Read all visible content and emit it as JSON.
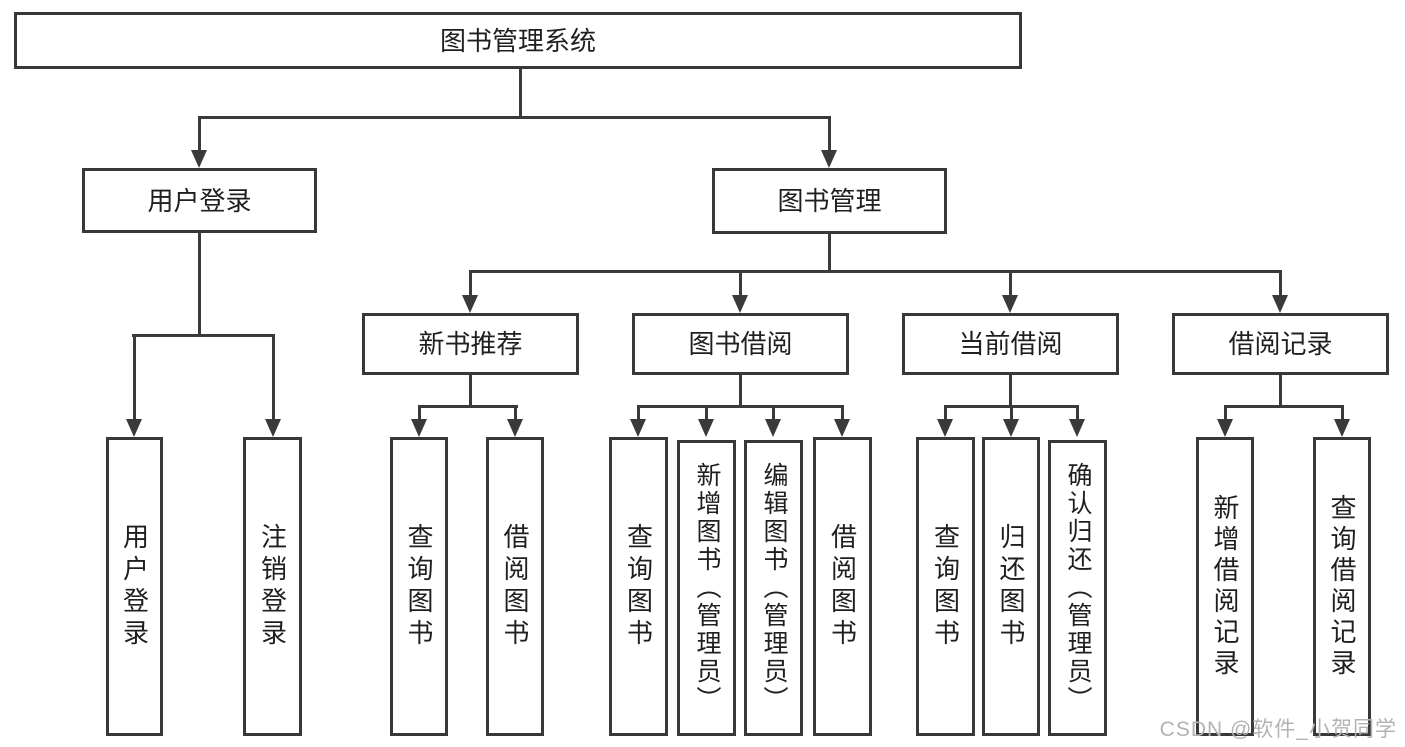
{
  "diagram": {
    "root": {
      "label": "图书管理系统"
    },
    "branches": [
      {
        "label": "用户登录",
        "children": [
          {
            "label": "用户登录"
          },
          {
            "label": "注销登录"
          }
        ]
      },
      {
        "label": "图书管理",
        "children": [
          {
            "label": "新书推荐",
            "children": [
              {
                "label": "查询图书"
              },
              {
                "label": "借阅图书"
              }
            ]
          },
          {
            "label": "图书借阅",
            "children": [
              {
                "label": "查询图书"
              },
              {
                "label": "新增图书（管理员）"
              },
              {
                "label": "编辑图书（管理员）"
              },
              {
                "label": "借阅图书"
              }
            ]
          },
          {
            "label": "当前借阅",
            "children": [
              {
                "label": "查询图书"
              },
              {
                "label": "归还图书"
              },
              {
                "label": "确认归还（管理员）"
              }
            ]
          },
          {
            "label": "借阅记录",
            "children": [
              {
                "label": "新增借阅记录"
              },
              {
                "label": "查询借阅记录"
              }
            ]
          }
        ]
      }
    ]
  },
  "watermark": "CSDN @软件_小贺同学",
  "colors": {
    "line": "#3a3a3a",
    "box_border": "#383838",
    "box_fill": "#ffffff",
    "text": "#1f1f1f",
    "watermark": "#b3b3b3",
    "background": "#ffffff"
  }
}
